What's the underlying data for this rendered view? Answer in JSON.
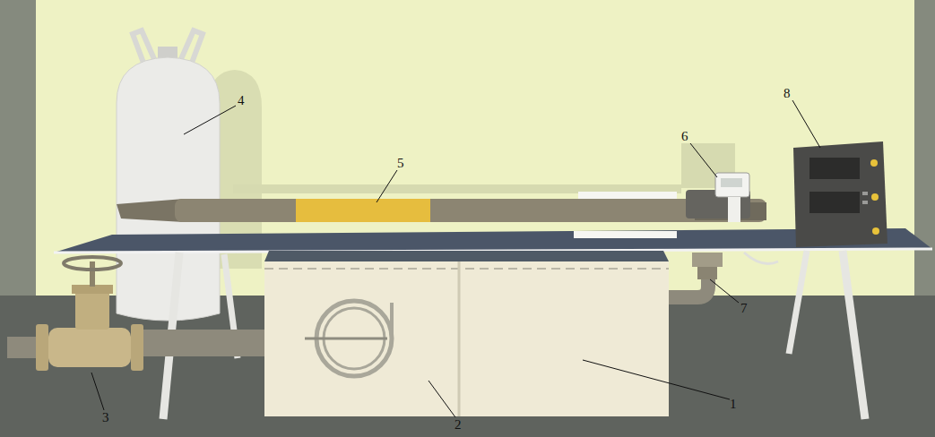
{
  "diagram": {
    "labels": [
      "4",
      "5",
      "6",
      "8",
      "7",
      "3",
      "2",
      "1"
    ]
  }
}
